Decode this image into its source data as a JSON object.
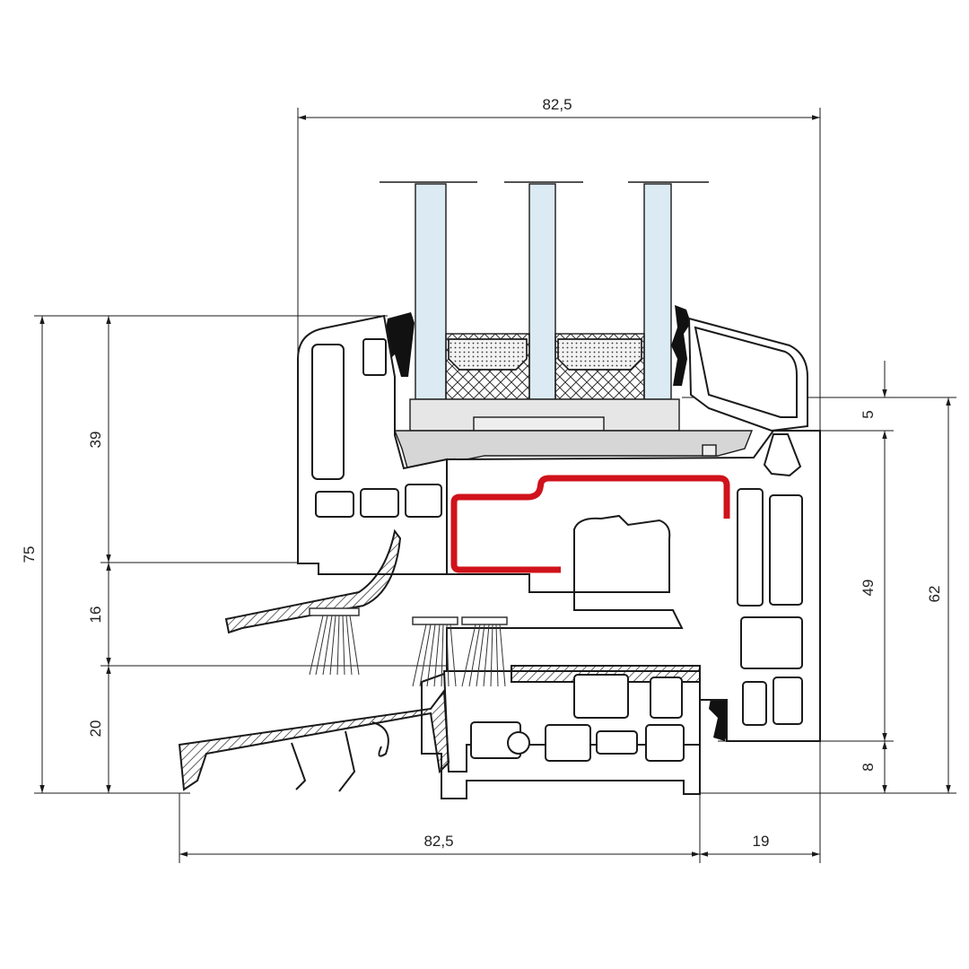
{
  "title": "Window profile cross-section with dimensions",
  "dimensions": {
    "top_width": "82,5",
    "left_total_height": "75",
    "left_upper": "39",
    "left_middle": "16",
    "left_lower": "20",
    "right_top_gap": "5",
    "right_middle": "49",
    "right_bottom": "8",
    "right_total": "62",
    "bottom_width": "82,5",
    "bottom_offset": "19"
  },
  "colors": {
    "line": "#1a1a1a",
    "glass": "#dbeaf3",
    "reinforcement": "#d0121b",
    "bead": "#e6e6e6",
    "sill": "#d6d6d6"
  }
}
